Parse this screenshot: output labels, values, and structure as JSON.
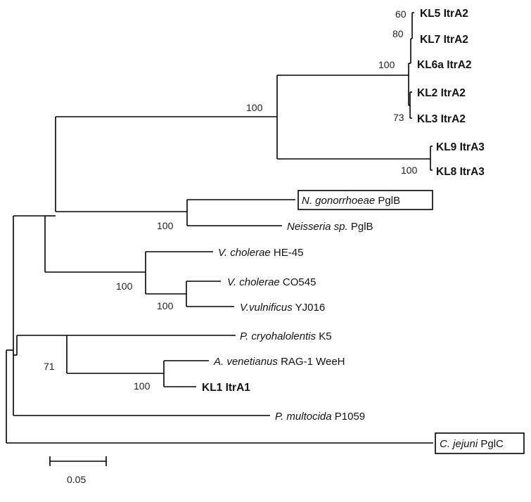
{
  "taxa": {
    "kl5": {
      "label": "KL5 ItrA2"
    },
    "kl7": {
      "label": "KL7 ItrA2"
    },
    "kl6a": {
      "label": "KL6a ItrA2"
    },
    "kl2": {
      "label": "KL2 ItrA2"
    },
    "kl3": {
      "label": "KL3 ItrA2"
    },
    "kl9": {
      "label": "KL9 ItrA3"
    },
    "kl8": {
      "label": "KL8 ItrA3"
    },
    "ngon": {
      "genus": "N. gonorrhoeae",
      "rest": " PglB"
    },
    "neis": {
      "genus": "Neisseria sp.",
      "rest": " PglB"
    },
    "vch45": {
      "genus": "V. cholerae",
      "rest": " HE-45"
    },
    "vco545": {
      "genus": "V. cholerae",
      "rest": " CO545"
    },
    "vvul": {
      "genus": "V.vulnificus",
      "rest": " YJ016"
    },
    "pcry": {
      "genus": "P. cryohalolentis",
      "rest": " K5"
    },
    "aven": {
      "genus": "A. venetianus",
      "rest": " RAG-1 WeeH"
    },
    "kl1": {
      "label": "KL1 ItrA1"
    },
    "pmul": {
      "genus": "P. multocida",
      "rest": " P1059"
    },
    "cjej": {
      "genus": "C. jejuni",
      "rest": " PglC"
    }
  },
  "bootstrap": {
    "kl5": "60",
    "kl7": "80",
    "kl6a": "100",
    "kl3": "73",
    "itra2_itra3": "100",
    "itra3": "100",
    "neisseria": "100",
    "vibrio": "100",
    "vibrio_inner": "100",
    "pcry_clade": "71",
    "aven_kl1": "100"
  },
  "scale_bar": {
    "label": "0.05"
  }
}
